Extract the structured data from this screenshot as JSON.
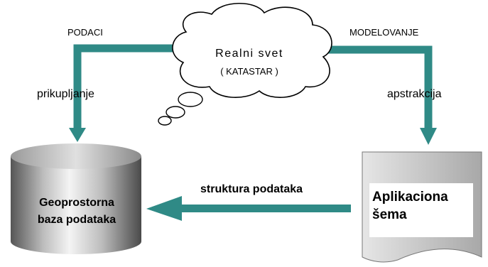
{
  "labels": {
    "podaci": "PODACI",
    "modelovanje": "MODELOVANJE",
    "cloud_line1": "Realni svet",
    "cloud_line2": "( KATASTAR )",
    "prikupljanje": "prikupljanje",
    "apstrakcija": "apstrakcija",
    "struktura": "struktura podataka",
    "db_line1": "Geoprostorna",
    "db_line2": "baza podataka",
    "doc_line1": "Aplikaciona",
    "doc_line2": "šema"
  },
  "colors": {
    "arrow": "#2f8a86"
  }
}
